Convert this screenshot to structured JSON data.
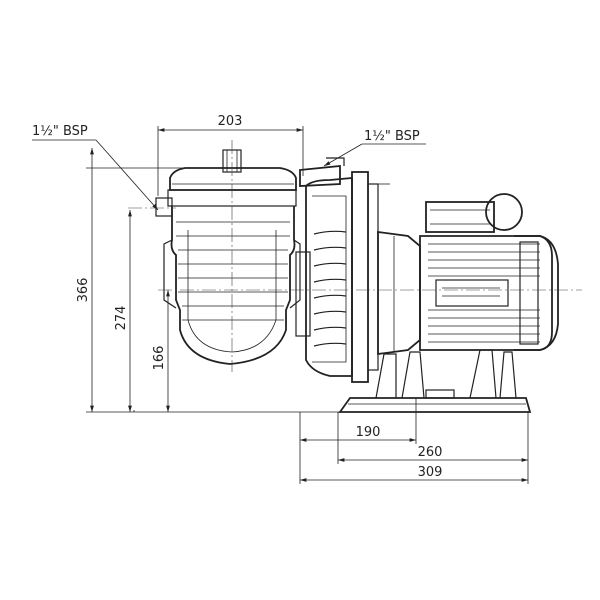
{
  "labels": {
    "inlet_thread": "1½\" BSP",
    "outlet_thread": "1½\" BSP"
  },
  "dimensions": {
    "top_width": "203",
    "overall_height": "366",
    "inlet_height": "274",
    "axis_height": "166",
    "base_a": "190",
    "base_b": "260",
    "base_c": "309"
  }
}
